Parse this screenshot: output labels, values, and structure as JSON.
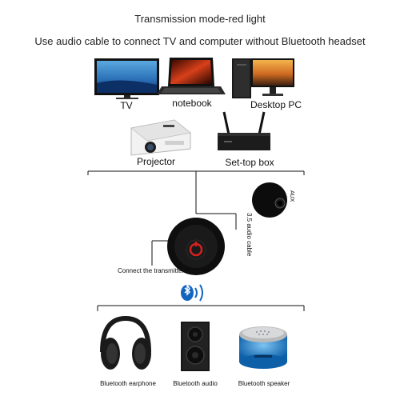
{
  "titles": {
    "mode": "Transmission mode-red light",
    "subtitle": "Use audio cable to connect TV and computer without Bluetooth headset"
  },
  "sources": {
    "tv": "TV",
    "notebook": "notebook",
    "desktop": "Desktop PC",
    "projector": "Projector",
    "settop": "Set-top box"
  },
  "connection": {
    "aux": "AUX",
    "cable": "3.5 audio cable",
    "transmitter": "Connect the transmitter"
  },
  "receivers": {
    "earphone": "Bluetooth earphone",
    "audio": "Bluetooth audio",
    "speaker": "Bluetooth speaker"
  },
  "colors": {
    "indicator": "#d42020",
    "bluetooth": "#1565c0",
    "speaker_blue": "#1e88d6"
  }
}
